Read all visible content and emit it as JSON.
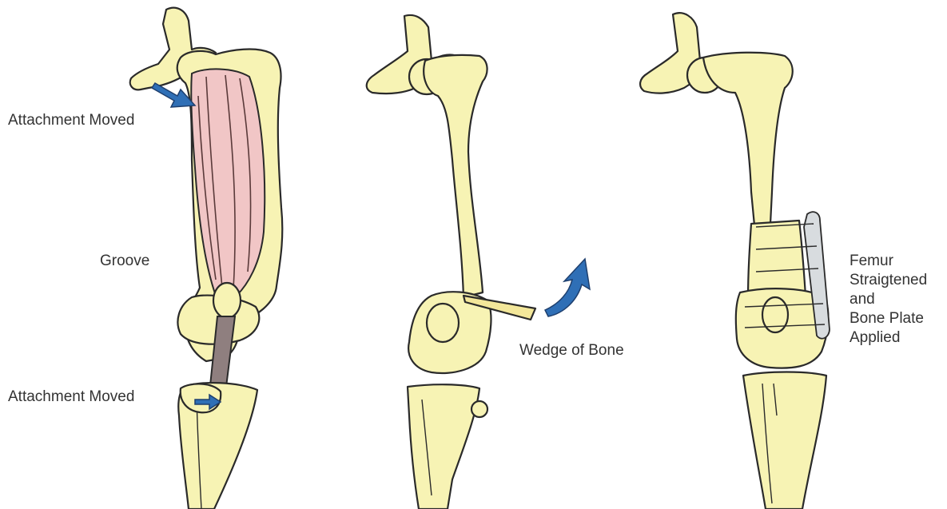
{
  "panel_1": {
    "label_top": "Attachment Moved",
    "label_groove": "Groove",
    "label_bottom": "Attachment Moved"
  },
  "panel_2": {
    "label_wedge": "Wedge of Bone"
  },
  "panel_3": {
    "label_lines": [
      "Femur",
      "Straigtened",
      "and",
      "Bone Plate",
      "Applied"
    ]
  },
  "colors": {
    "bone_fill": "#f7f3b4",
    "bone_stroke": "#2a2a2a",
    "muscle_fill": "#f1c6c6",
    "arrow_blue": "#2f6fb6",
    "text": "#333333",
    "plate_fill": "#d8dcdf"
  }
}
